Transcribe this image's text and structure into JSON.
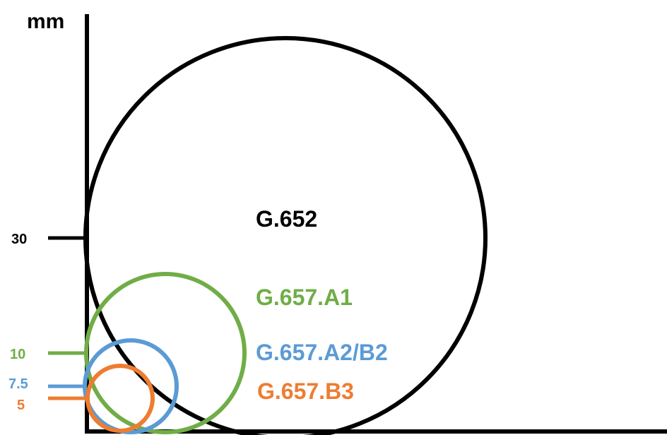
{
  "unit_label": "mm",
  "colors": {
    "axis": "#000000",
    "g652": "#000000",
    "a1": "#70AD47",
    "a2b2": "#5B9BD5",
    "b3": "#ED7D31"
  },
  "circles": [
    {
      "id": "g652",
      "label": "G.652",
      "radius_mm": 30,
      "tick_label": "30"
    },
    {
      "id": "a1",
      "label": "G.657.A1",
      "radius_mm": 10,
      "tick_label": "10"
    },
    {
      "id": "a2b2",
      "label": "G.657.A2/B2",
      "radius_mm": 7.5,
      "tick_label": "7.5"
    },
    {
      "id": "b3",
      "label": "G.657.B3",
      "radius_mm": 5,
      "tick_label": "5"
    }
  ]
}
